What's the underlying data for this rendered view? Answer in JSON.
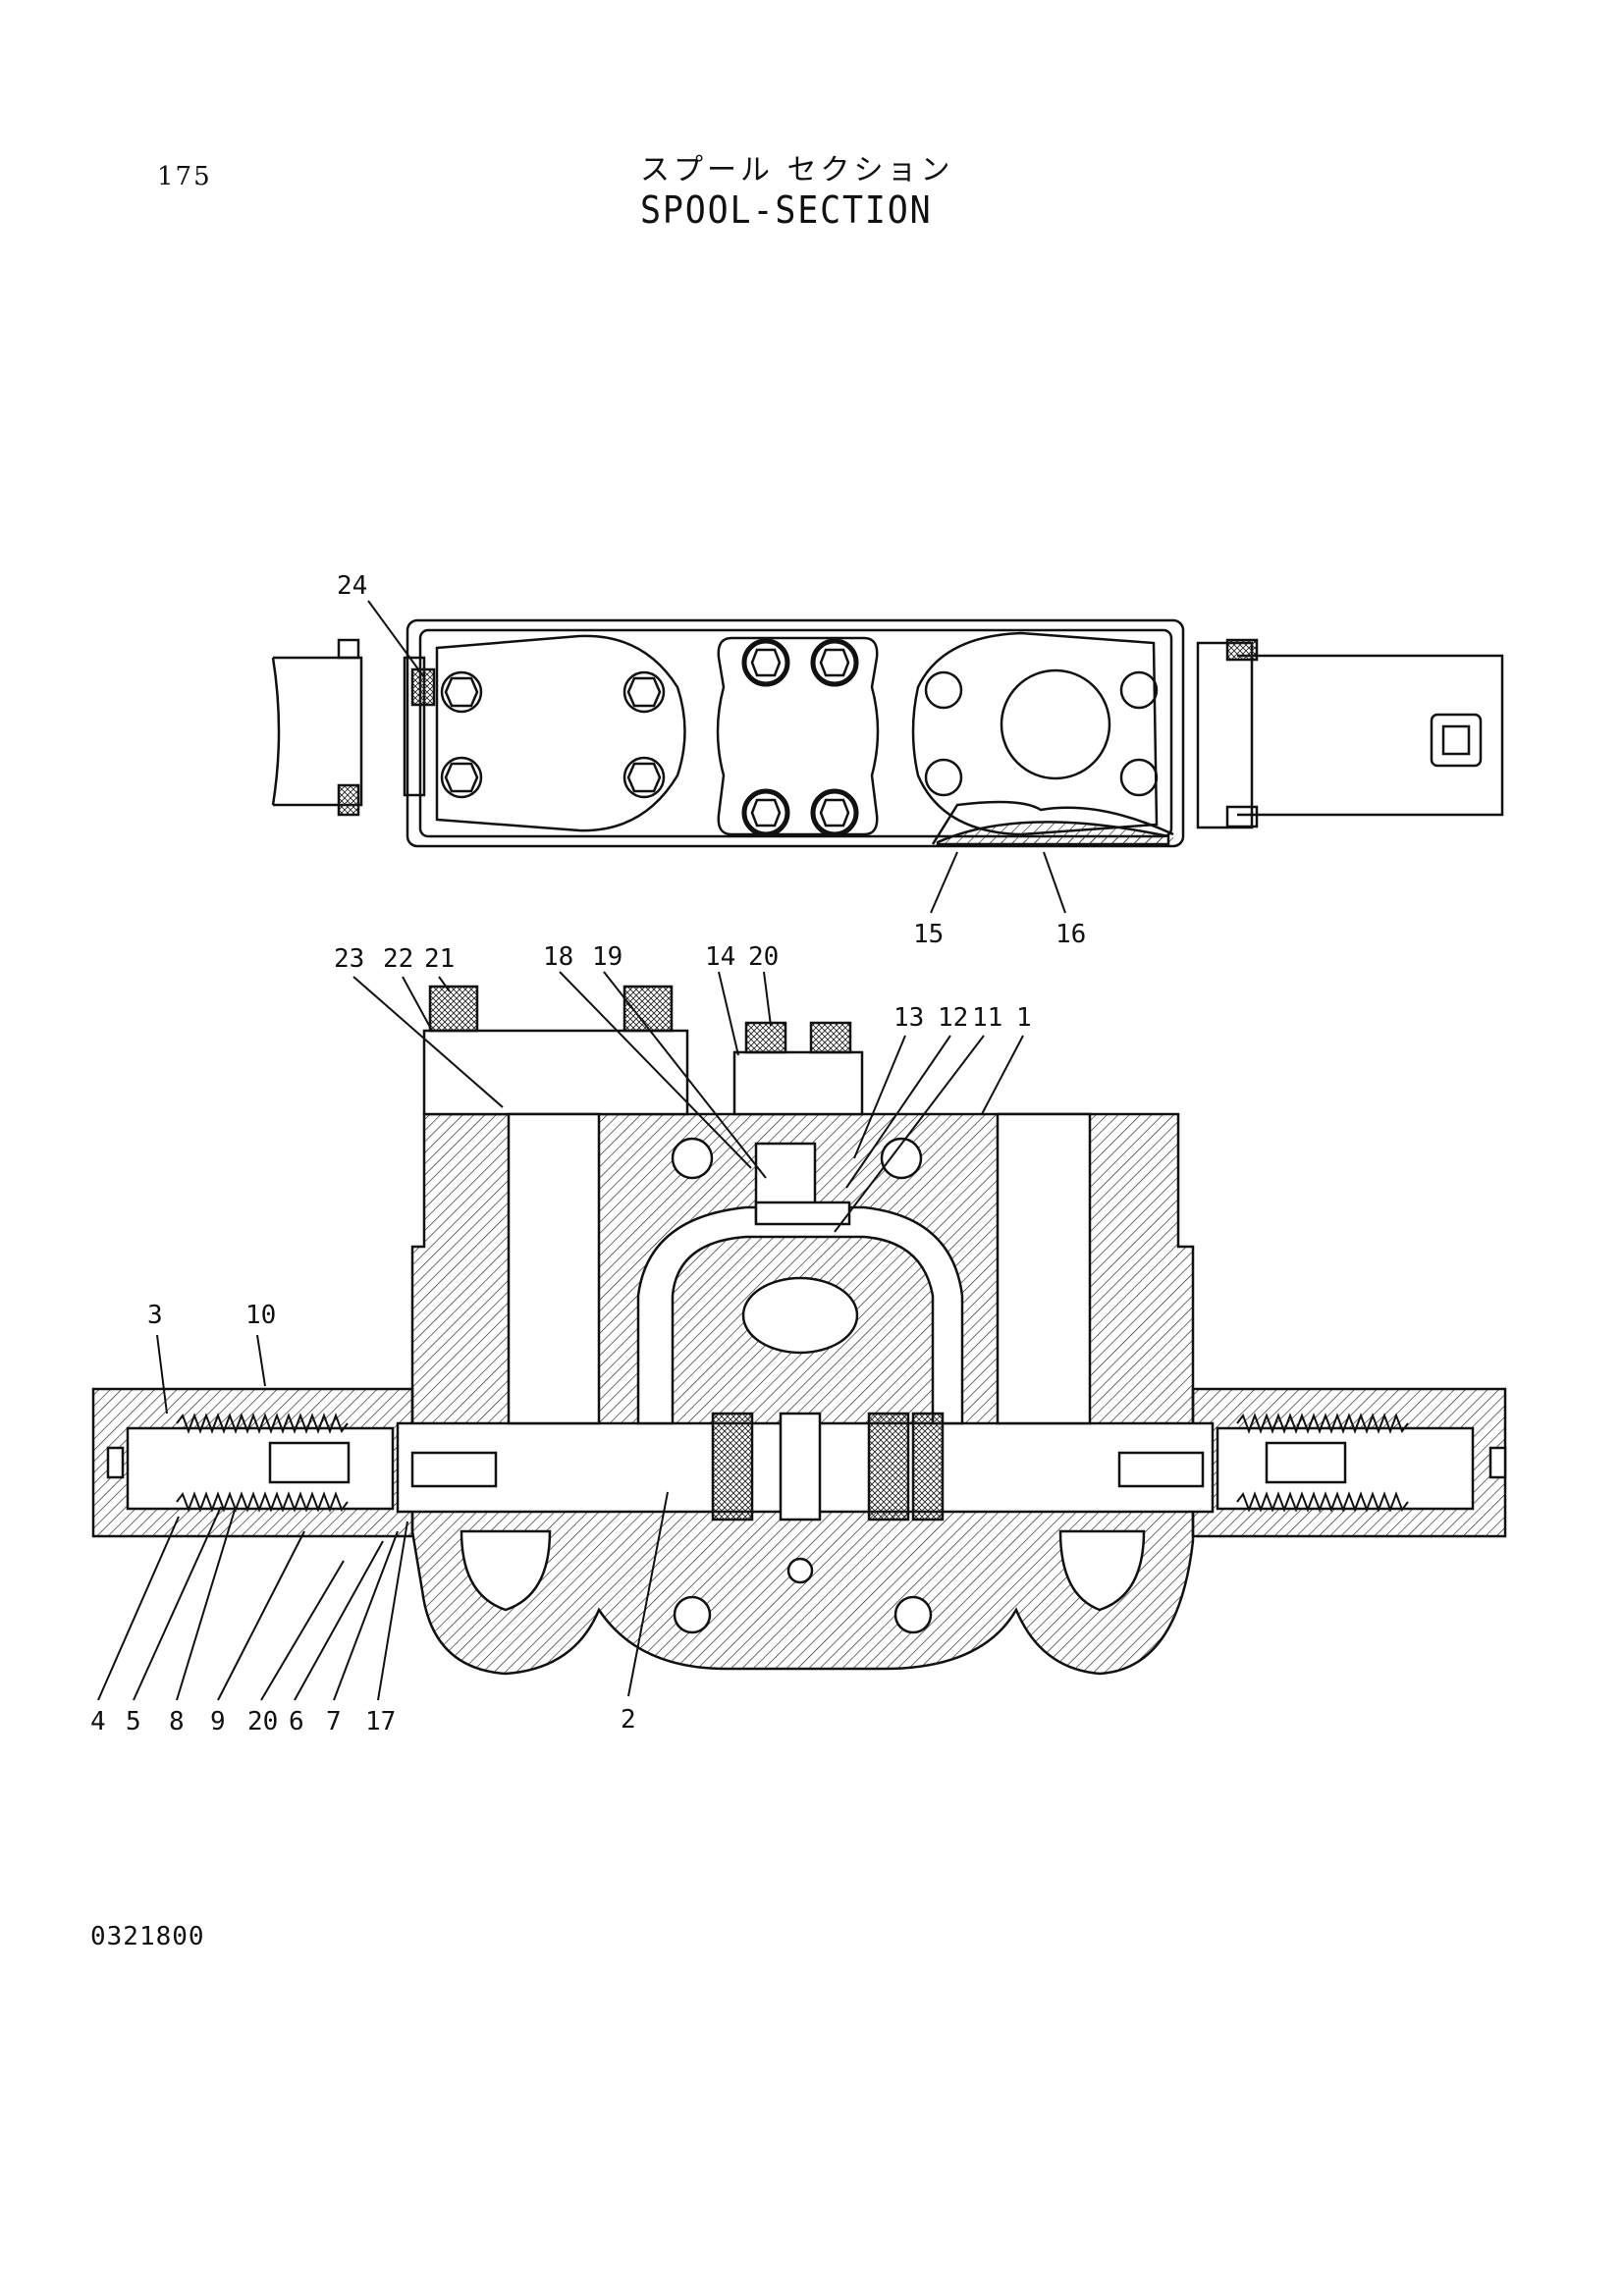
{
  "page": {
    "number": "175"
  },
  "title": {
    "japanese": "スプール セクション",
    "english": "SPOOL-SECTION"
  },
  "drawing_number": "0321800",
  "callouts": {
    "top_view": [
      "24",
      "15",
      "16"
    ],
    "section_top": [
      "23",
      "22",
      "21",
      "18",
      "19",
      "14",
      "20",
      "13",
      "12",
      "11",
      "1"
    ],
    "section_left": [
      "3",
      "10"
    ],
    "section_bottom": [
      "4",
      "5",
      "8",
      "9",
      "20",
      "6",
      "7",
      "17",
      "2"
    ]
  },
  "colors": {
    "line": "#111111",
    "background": "#ffffff"
  }
}
